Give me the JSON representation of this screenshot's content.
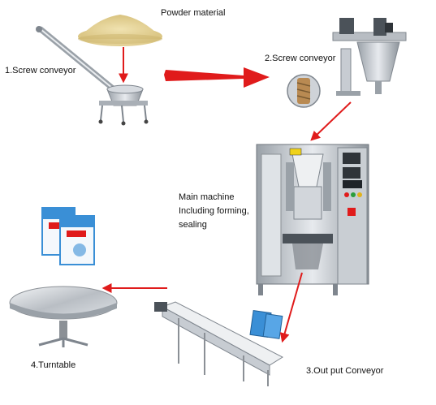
{
  "labels": {
    "powder": "Powder material",
    "step1": "1.Screw conveyor",
    "step2": "2.Screw conveyor",
    "main_line1": "Main machine",
    "main_line2": "Including forming,",
    "main_line3": "sealing",
    "step3": "3.Out put Conveyor",
    "step4": "4.Turntable"
  },
  "colors": {
    "arrow": "#e01b1b",
    "steel": "#c7ccd2",
    "steel_dark": "#7f868e",
    "panel": "#8b9096",
    "bag_blue": "#3a8fd6",
    "powder": "#e4d29a"
  },
  "icons": {
    "powder": "powder-pile-image",
    "conveyor1": "screw-conveyor-hopper-image",
    "conveyor2": "auger-filler-image",
    "main": "vertical-packing-machine-image",
    "output": "incline-belt-conveyor-image",
    "turntable": "rotary-turntable-image",
    "bags": "packaged-powder-bags-image"
  }
}
